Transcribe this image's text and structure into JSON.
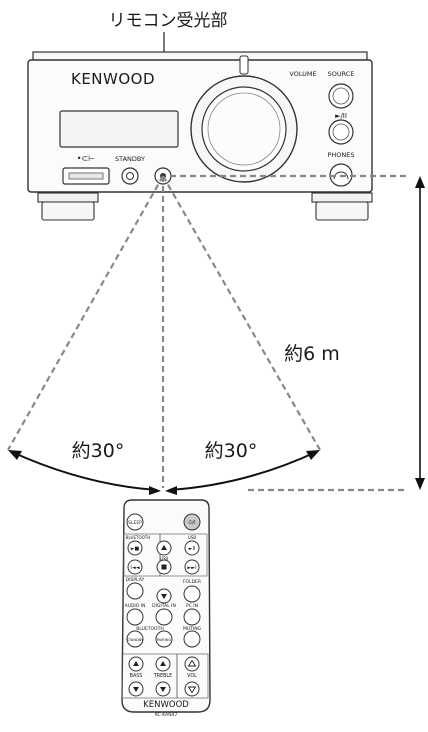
{
  "diagram": {
    "title": "リモコン受光部",
    "distance_label": "約6 m",
    "angle_left_label": "約30°",
    "angle_right_label": "約30°"
  },
  "unit": {
    "brand": "KENWOOD",
    "volume_label": "VOLUME",
    "source_label": "SOURCE",
    "play_pause_label": "►/II",
    "phones_label": "PHONES",
    "standby_label": "STANDBY",
    "usb_symbol": "•⊂⊢"
  },
  "remote": {
    "brand": "KENWOOD",
    "model": "RC-KAN47",
    "buttons": {
      "sleep": "SLEEP",
      "power": "⏻/I",
      "bluetooth": "BLUETOOTH",
      "usb": "USB",
      "usb_mid": "USB",
      "display": "DISPLAY",
      "folder": "FOLDER",
      "audio_in": "AUDIO IN",
      "digital_in": "DIGITAL IN",
      "pc_in": "PC IN",
      "bluetooth2": "BLUETOOTH",
      "muting": "MUTING",
      "standby": "STANDBY",
      "pairing": "PAIRING",
      "bass": "BASS",
      "treble": "TREBLE",
      "vol": "VOL"
    }
  }
}
